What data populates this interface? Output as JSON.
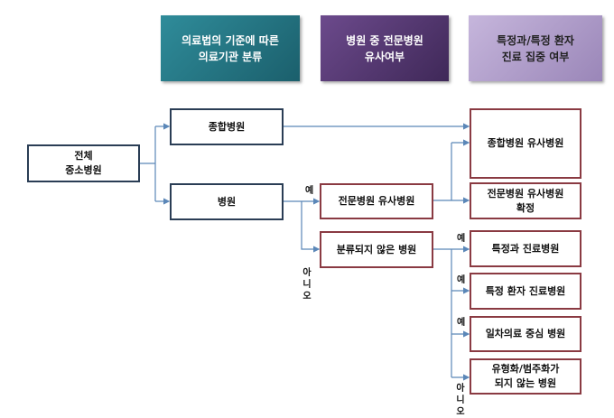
{
  "headers": [
    {
      "label": "의료법의 기준에 따른\n의료기관 분류"
    },
    {
      "label": "병원 중 전문병원\n유사여부"
    },
    {
      "label": "특정과/특정 환자\n진료 집중 여부"
    }
  ],
  "nodes": {
    "root": "전체\n중소병원",
    "general_hospital": "종합병원",
    "hospital": "병원",
    "specialty_similar": "전문병원 유사병원",
    "unclassified": "분류되지 않은 병원",
    "general_similar": "종합병원 유사병원",
    "specialty_confirmed": "전문병원 유사병원\n확정",
    "specific_dept": "특정과 진료병원",
    "specific_patient": "특정 환자 진료병원",
    "primary_care": "일차의료 중심 병원",
    "not_typed": "유형화/범주화가\n되지 않는 병원"
  },
  "labels": {
    "yes": "예",
    "no_chars": [
      "아",
      "니",
      "오"
    ]
  },
  "colors": {
    "line": "#5b87b8",
    "blue_border": "#2a3d55",
    "red_border": "#8a3a42"
  }
}
